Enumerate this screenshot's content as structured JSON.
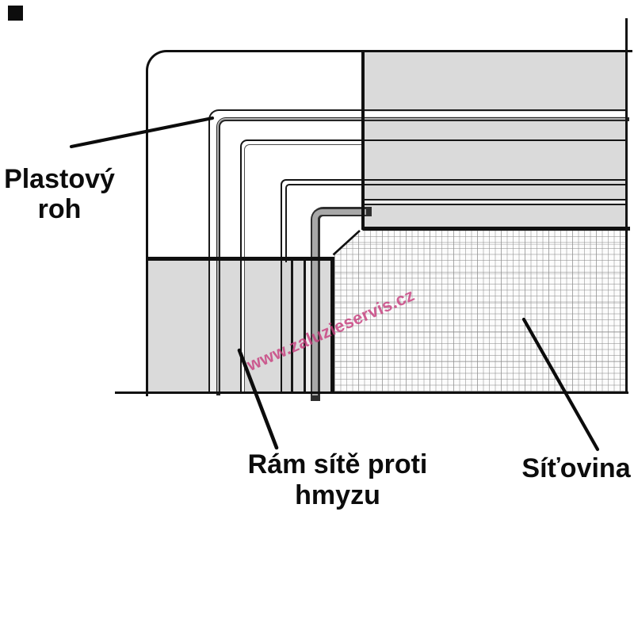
{
  "labels": {
    "plastovy_roh_line1": "Plastový",
    "plastovy_roh_line2": "roh",
    "ram_site": "Rám sítě proti hmyzu",
    "sitovina": "Síťovina"
  },
  "watermark": {
    "text": "www.zaluzieservis.cz",
    "color": "#c73e7e"
  },
  "colors": {
    "background": "#ffffff",
    "line": "#101010",
    "profile_fill": "#dadada",
    "profile_light_strip": "#ececec",
    "thick_profile_gray": "#a8a8a8",
    "mesh_grid": "#8c8c8c"
  }
}
